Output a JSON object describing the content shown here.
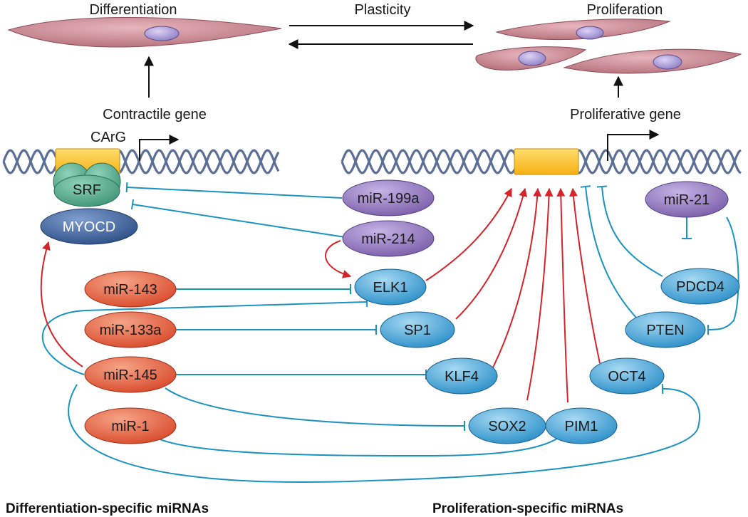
{
  "titles": {
    "differentiation": "Differentiation",
    "plasticity": "Plasticity",
    "proliferation": "Proliferation"
  },
  "genes": {
    "contractile": "Contractile gene",
    "proliferative": "Proliferative gene",
    "carg": "CArG"
  },
  "tfs": {
    "srf": "SRF",
    "myocd": "MYOCD"
  },
  "prolif_mirnas": {
    "mir199a": "miR-199a",
    "mir214": "miR-214",
    "mir21": "miR-21"
  },
  "diff_mirnas": {
    "mir143": "miR-143",
    "mir133a": "miR-133a",
    "mir145": "miR-145",
    "mir1": "miR-1"
  },
  "targets": {
    "elk1": "ELK1",
    "sp1": "SP1",
    "klf4": "KLF4",
    "sox2": "SOX2",
    "pim1": "PIM1",
    "oct4": "OCT4",
    "pdcd4": "PDCD4",
    "pten": "PTEN"
  },
  "footer": {
    "diff_specific": "Differentiation-specific miRNAs",
    "prolif_specific": "Proliferation-specific miRNAs"
  },
  "colors": {
    "cell_fill": "#c98a93",
    "nucleus": "#b5a6dc",
    "carg_box": "#fcc02d",
    "helix": "#5b6f97",
    "srf": "#56a78b",
    "myocd": "#3c5f95",
    "purple_mirna": "#8d72b8",
    "red_mirna": "#e55b35",
    "target_blue": "#3a9ed4",
    "inhibit_line": "#1a93c2",
    "activate_line": "#d6242b"
  }
}
